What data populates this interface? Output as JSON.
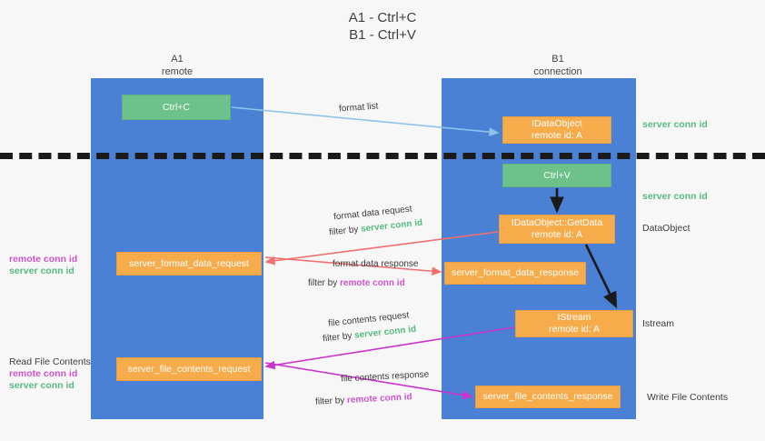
{
  "title": {
    "line1": "A1 - Ctrl+C",
    "line2": "B1 - Ctrl+V"
  },
  "lanes": [
    {
      "id": "a1",
      "name": "A1",
      "role": "remote",
      "color": "#4a81d4"
    },
    {
      "id": "b1",
      "name": "B1",
      "role": "connection",
      "color": "#4a81d4"
    }
  ],
  "boxes": {
    "ctrl_c": "Ctrl+C",
    "idataobject": {
      "line1": "IDataObject",
      "line2": "remote id: A"
    },
    "ctrl_v": "Ctrl+V",
    "getdata": {
      "line1": "IDataObject::GetData",
      "line2": "remote id: A"
    },
    "format_data_request": "server_format_data_request",
    "format_data_response": "server_format_data_response",
    "istream": {
      "line1": "IStream",
      "line2": "remote id: A"
    },
    "file_contents_request": "server_file_contents_request",
    "file_contents_response": "server_file_contents_response"
  },
  "arrow_labels": {
    "format_list": "format list",
    "format_data_request": "format data request",
    "format_data_request_filter_prefix": "filter by ",
    "format_data_request_filter_value": "server conn id",
    "format_data_response": "format data response",
    "format_data_response_filter_prefix": "filter by ",
    "format_data_response_filter_value": "remote conn id",
    "file_contents_request": "file contents request",
    "file_contents_request_filter_prefix": "filter by ",
    "file_contents_request_filter_value": "server conn id",
    "file_contents_response": "file contents response",
    "file_contents_response_filter_prefix": "filter by ",
    "file_contents_response_filter_value": "remote conn id"
  },
  "right_annotations": {
    "server_conn_id_top": "server conn id",
    "server_conn_id_mid": "server conn id",
    "dataobject": "DataObject",
    "istream": "Istream",
    "write_file_contents": "Write File Contents"
  },
  "left_annotations": {
    "remote_conn_id_1": "remote conn id",
    "server_conn_id_1": "server conn id",
    "read_file_contents": "Read File Contents",
    "remote_conn_id_2": "remote conn id",
    "server_conn_id_2": "server conn id"
  },
  "colors": {
    "lane": "#4a81d4",
    "green_box": "#6cc28a",
    "orange_box": "#f7ac4c",
    "green_text": "#57bb7d",
    "magenta_text": "#cc55cc",
    "red_arrow": "#f2706b",
    "magenta_arrow": "#cc33cc",
    "blue_arrow": "#8fc4e8",
    "black_arrow": "#1a1a1a",
    "background": "#f7f7f7"
  }
}
